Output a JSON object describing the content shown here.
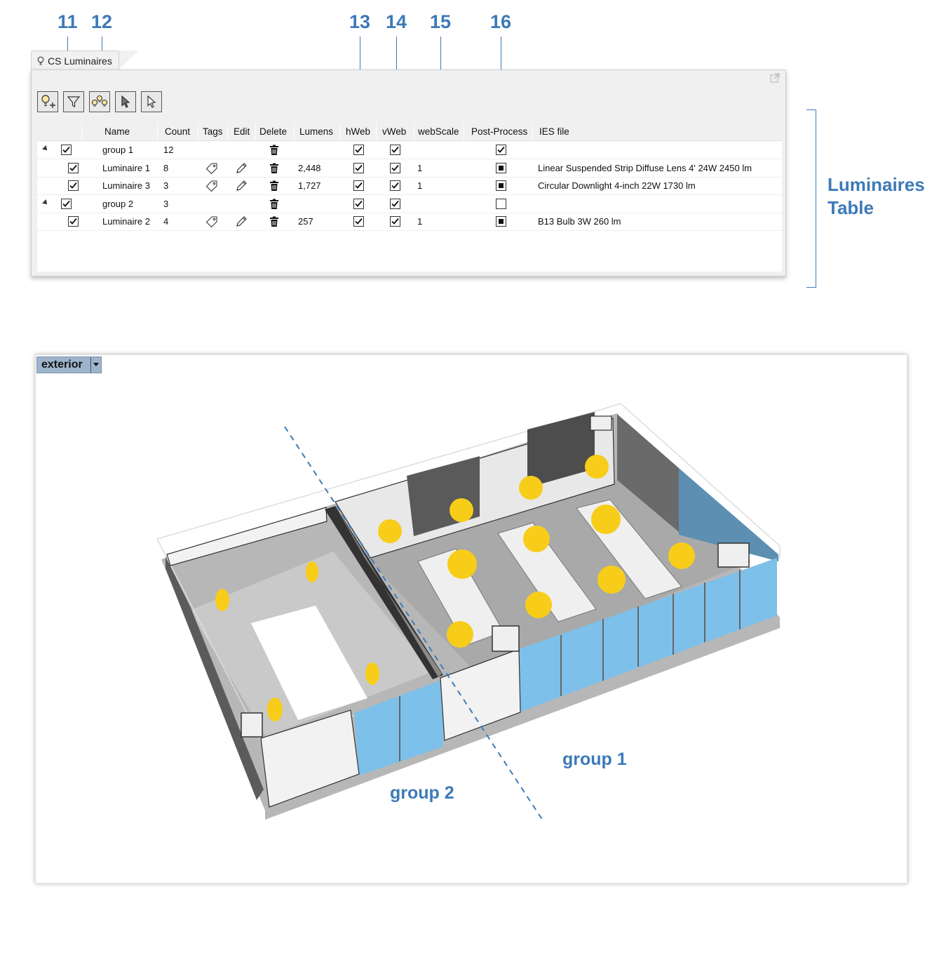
{
  "callouts": [
    "11",
    "12",
    "13",
    "14",
    "15",
    "16"
  ],
  "panel": {
    "tab_title": "CS Luminaires",
    "columns": [
      "Name",
      "Count",
      "Tags",
      "Edit",
      "Delete",
      "Lumens",
      "hWeb",
      "vWeb",
      "webScale",
      "Post-Process",
      "IES file"
    ],
    "rows": [
      {
        "type": "group",
        "name": "group 1",
        "count": "12",
        "lumens": "",
        "hweb": true,
        "vweb": true,
        "webscale": "",
        "post": "checked",
        "ies": ""
      },
      {
        "type": "item",
        "name": "Luminaire 1",
        "count": "8",
        "lumens": "2,448",
        "hweb": true,
        "vweb": true,
        "webscale": "1",
        "post": "filled",
        "ies": "Linear Suspended Strip Diffuse Lens 4' 24W 2450 lm"
      },
      {
        "type": "item",
        "name": "Luminaire 3",
        "count": "3",
        "lumens": "1,727",
        "hweb": true,
        "vweb": true,
        "webscale": "1",
        "post": "filled",
        "ies": "Circular Downlight 4-inch 22W 1730 lm"
      },
      {
        "type": "group",
        "name": "group 2",
        "count": "3",
        "lumens": "",
        "hweb": true,
        "vweb": true,
        "webscale": "",
        "post": "empty",
        "ies": ""
      },
      {
        "type": "item",
        "name": "Luminaire 2",
        "count": "4",
        "lumens": "257",
        "hweb": true,
        "vweb": true,
        "webscale": "1",
        "post": "filled",
        "ies": "B13 Bulb 3W 260 lm"
      }
    ]
  },
  "annotation": {
    "table_label_line1": "Luminaires",
    "table_label_line2": "Table"
  },
  "viewport": {
    "view_name": "exterior",
    "group1_label": "group 1",
    "group2_label": "group 2"
  },
  "colors": {
    "accent": "#3d7ab8",
    "luminaire": "#f7cd1a",
    "glass": "#7dc0ea"
  }
}
